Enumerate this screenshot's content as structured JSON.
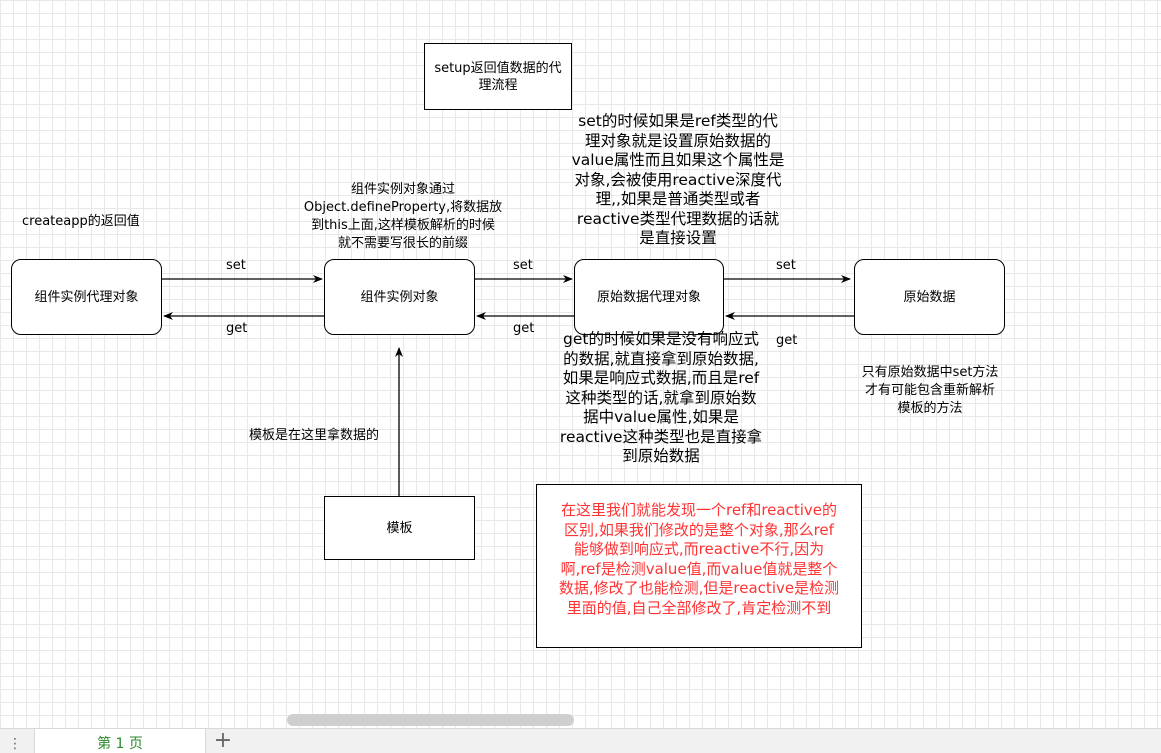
{
  "title_box": [
    "setup返回值数据的代",
    "理流程"
  ],
  "nodes": {
    "proxy": "组件实例代理对象",
    "instance": "组件实例对象",
    "raw_proxy": "原始数据代理对象",
    "raw": "原始数据",
    "template": "模板"
  },
  "labels": {
    "createapp": "createapp的返回值",
    "set1": "set",
    "get1": "get",
    "set2": "set",
    "get2": "get",
    "set3": "set",
    "get3": "get",
    "template_note": "模板是在这里拿数据的"
  },
  "instance_note": [
    "组件实例对象通过",
    "Object.defineProperty,将数据放",
    "到this上面,这样模板解析的时候",
    "就不需要写很长的前缀"
  ],
  "set_note": [
    "set的时候如果是ref类型的代",
    "理对象就是设置原始数据的",
    "value属性而且如果这个属性是",
    "对象,会被使用reactive深度代",
    "理,,如果是普通类型或者",
    "reactive类型代理数据的话就",
    "是直接设置"
  ],
  "get_note": [
    "get的时候如果是没有响应式",
    "的数据,就直接拿到原始数据,",
    "如果是响应式数据,而且是ref",
    "这种类型的话,就拿到原始数",
    "据中value属性,如果是",
    "reactive这种类型也是直接拿",
    "到原始数据"
  ],
  "raw_note": [
    "只有原始数据中set方法",
    "才有可能包含重新解析",
    "模板的方法"
  ],
  "red_note": [
    "在这里我们就能发现一个ref和reactive的",
    "区别,如果我们修改的是整个对象,那么ref",
    "能够做到响应式,而reactive不行,因为",
    "啊,ref是检测value值,而value值就是整个",
    "数据,修改了也能检测,但是reactive是检测",
    "里面的值,自己全部修改了,肯定检测不到"
  ],
  "tabs": {
    "menu_icon": "⋮",
    "active": "第 1 页",
    "add": "+"
  },
  "colors": {
    "note_red": "#ff3333",
    "tab_text": "#2a8a2a"
  }
}
